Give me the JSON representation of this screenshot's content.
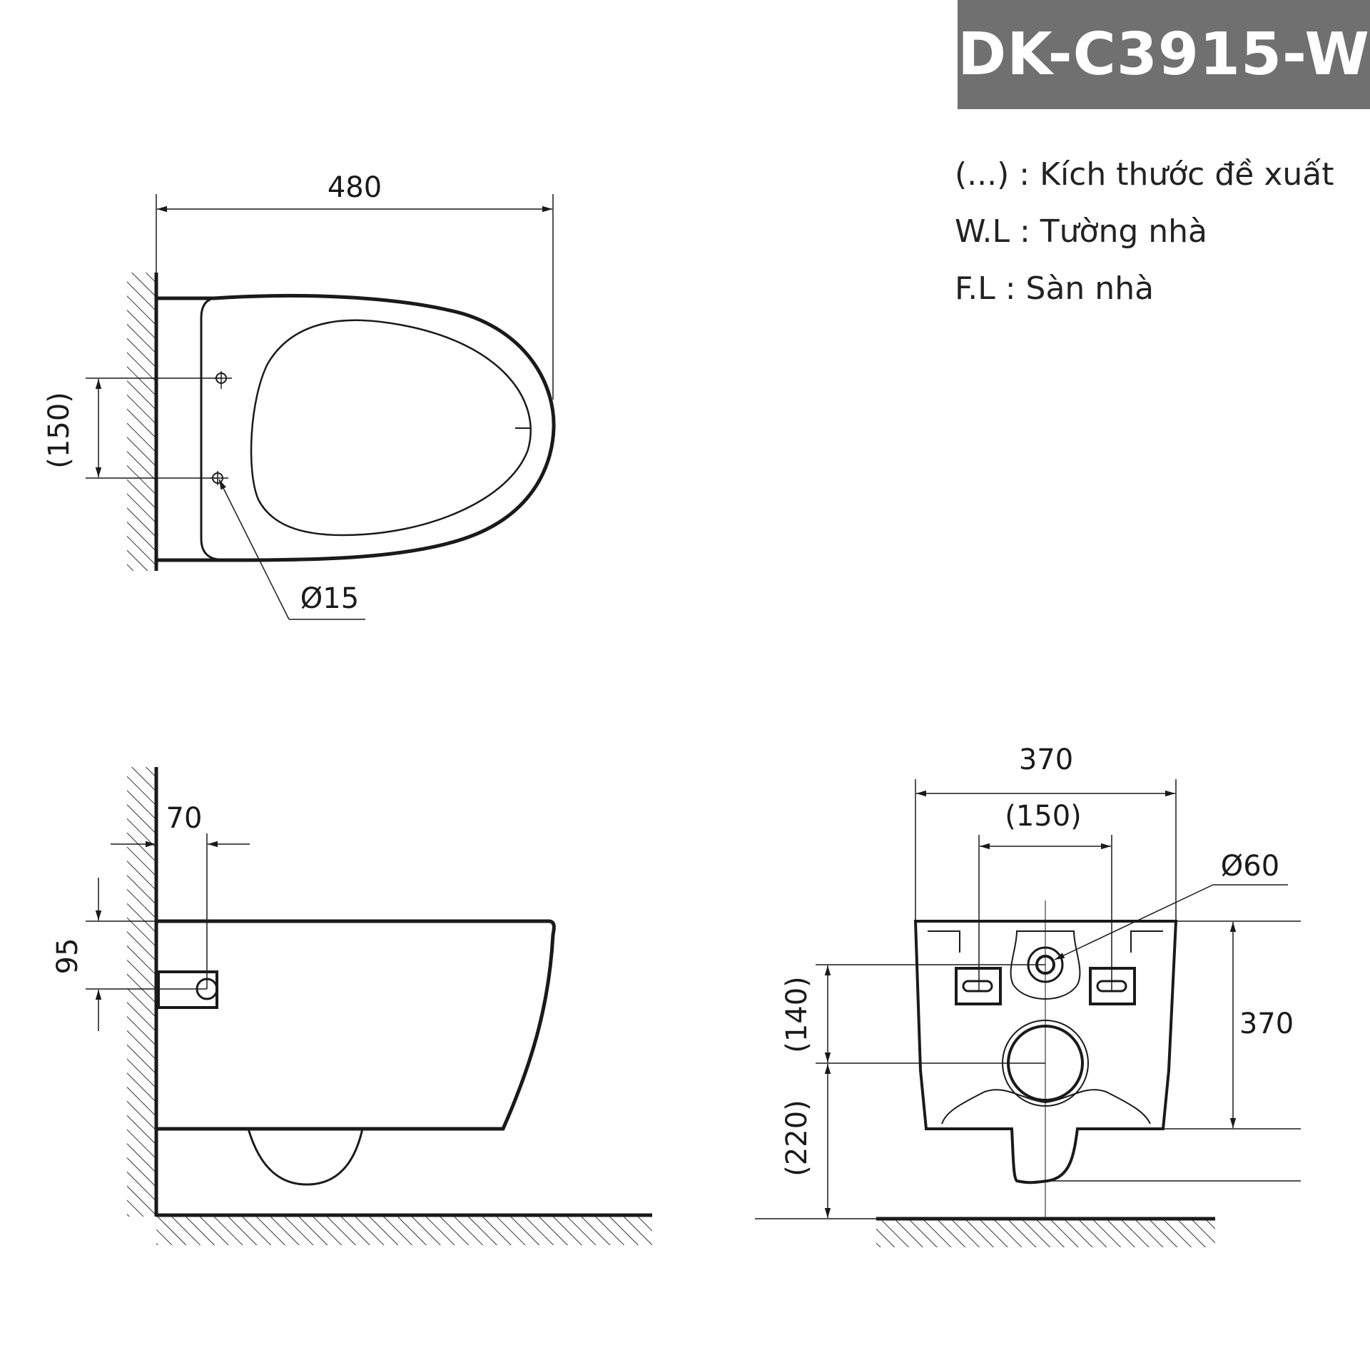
{
  "title": "DK-C3915-W",
  "legend": [
    {
      "text": "(...) : Kích thước đề xuất"
    },
    {
      "text": "W.L : Tường nhà"
    },
    {
      "text": "F.L : Sàn nhà"
    }
  ],
  "top_view": {
    "width_label": "480",
    "bolt_spacing_label": "(150)",
    "hole_label": "Ø15"
  },
  "side_view": {
    "offset_label": "70",
    "height_label": "95"
  },
  "front_view": {
    "width_label": "370",
    "bolt_spacing_label": "(150)",
    "outlet_label": "Ø60",
    "height_label": "370",
    "bolt_height_label": "(140)",
    "floor_height_label": "(220)"
  },
  "colors": {
    "title_bg": "#707070",
    "title_text": "#ffffff",
    "line": "#1a1a1a"
  }
}
